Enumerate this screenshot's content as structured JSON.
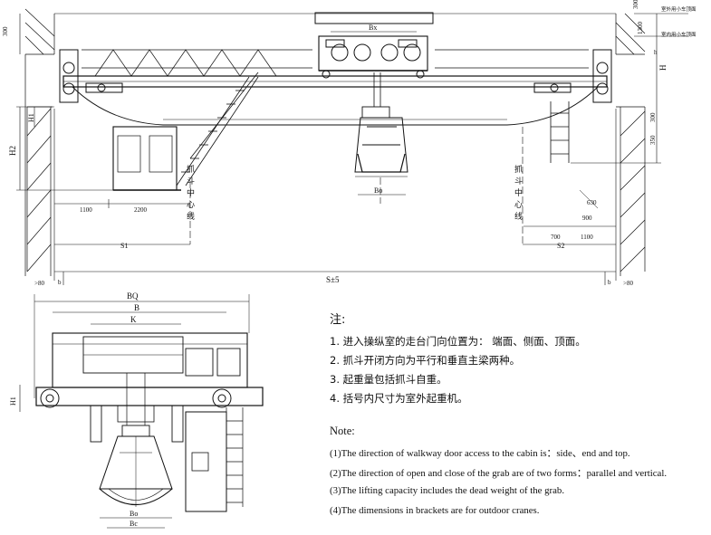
{
  "top_view": {
    "right_labels": [
      "室外用小车顶面",
      "室内用小车顶面"
    ],
    "dims": {
      "d300_left": "300",
      "d300_right": "300",
      "d1300": "1300",
      "h": "H",
      "h_small": "h",
      "h1": "H1",
      "h2": "H2",
      "bx": "Bx",
      "bo": "Bo",
      "d1100_left": "1100",
      "d2200": "2200",
      "s1": "S1",
      "d300_r2": "300",
      "d350": "350",
      "d630": "630",
      "d900": "900",
      "d700": "700",
      "d1100_right": "1100",
      "s2": "S2",
      "s5": "S±5",
      "d80_left": ">80",
      "d80_right": ">80",
      "b_left": "b",
      "b_right": "b"
    },
    "grab_center_label": [
      "抓",
      "斗",
      "中",
      "心",
      "线"
    ]
  },
  "side_view": {
    "dims": {
      "bq": "BQ",
      "b": "B",
      "k": "K",
      "h1": "H1",
      "bo": "Bo",
      "bc": "Bc"
    }
  },
  "notes": {
    "cn_heading": "注:",
    "cn_items": [
      "1.  进入操纵室的走台门向位置为：  端面、侧面、顶面。",
      "2.  抓斗开闭方向为平行和垂直主梁两种。",
      "3.  起重量包括抓斗自重。",
      "4.  括号内尺寸为室外起重机。"
    ],
    "en_heading": "Note:",
    "en_items": [
      "(1)The direction of walkway door access to the cabin is：side、end and top.",
      "(2)The direction of open and close of the grab are of two forms：parallel and vertical.",
      "(3)The lifting capacity includes the dead weight of the grab.",
      "(4)The dimensions in brackets are for outdoor cranes."
    ]
  }
}
